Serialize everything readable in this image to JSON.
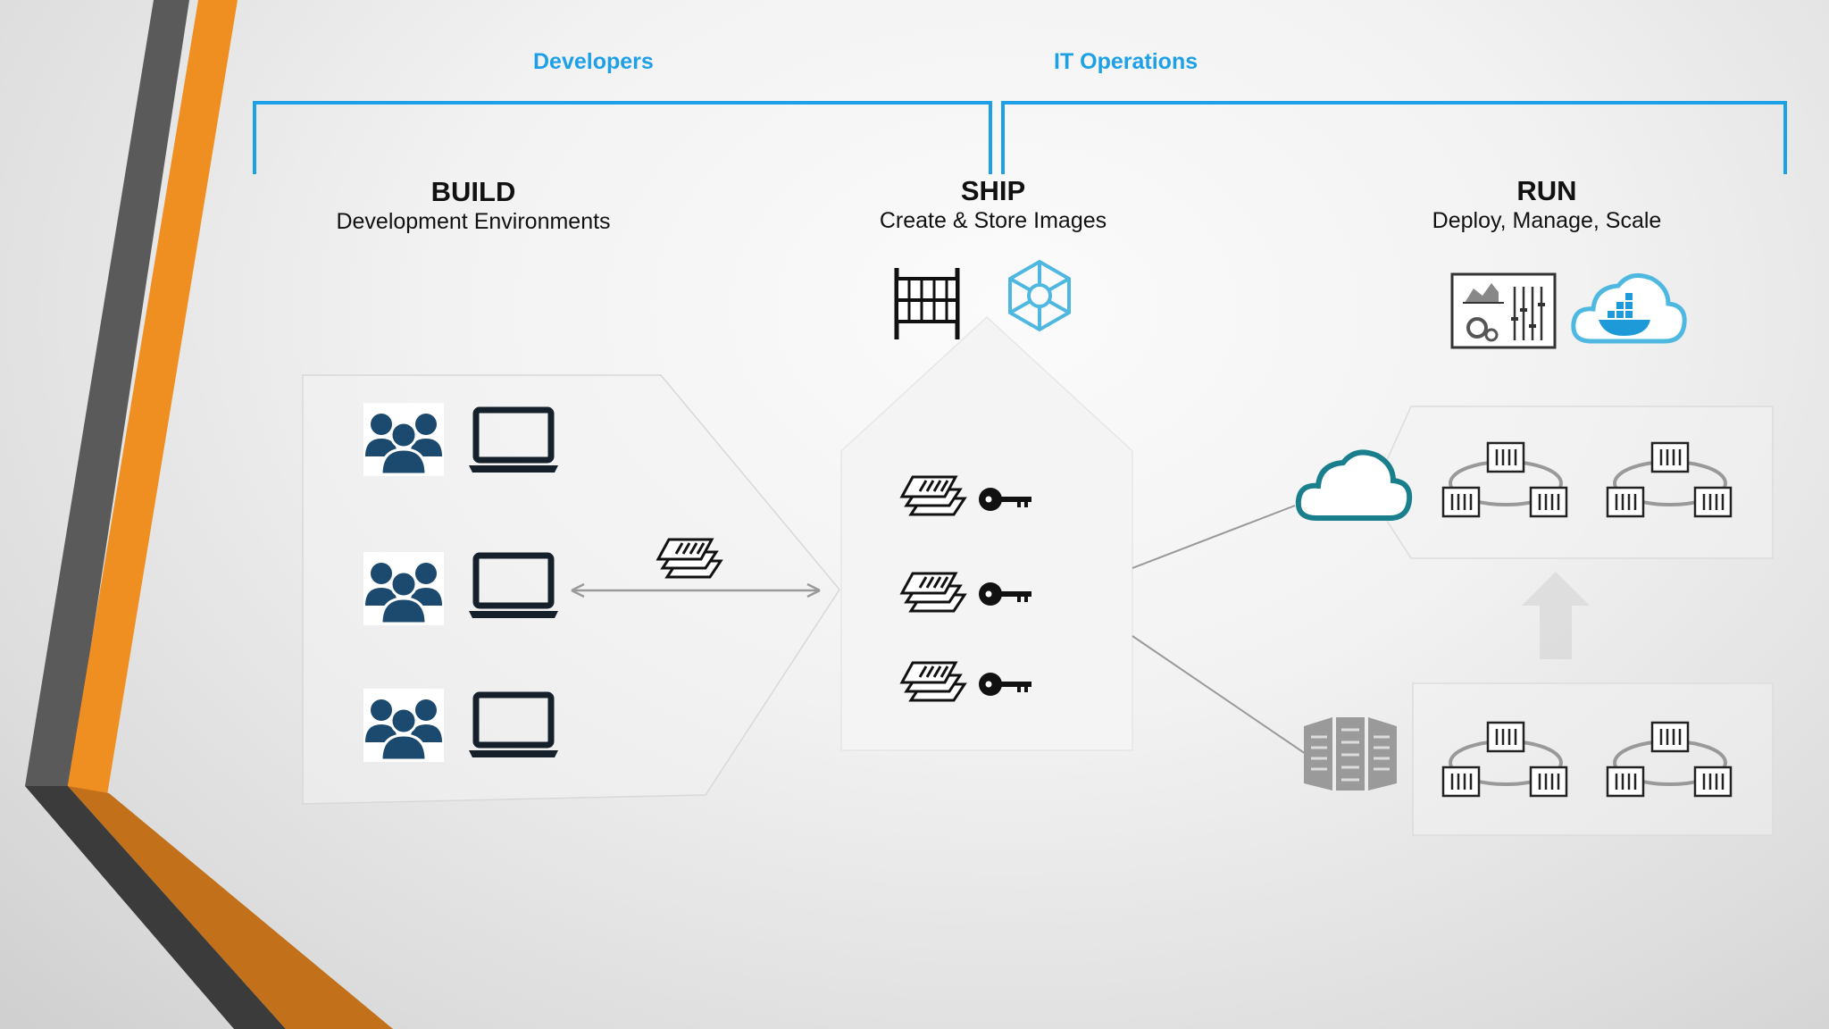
{
  "groups": {
    "developers": "Developers",
    "it_operations": "IT Operations"
  },
  "stages": {
    "build": {
      "title": "BUILD",
      "subtitle": "Development Environments"
    },
    "ship": {
      "title": "SHIP",
      "subtitle": "Create & Store Images"
    },
    "run": {
      "title": "RUN",
      "subtitle": "Deploy, Manage, Scale"
    }
  },
  "icons": {
    "build": [
      "team-icon",
      "laptop-icon",
      "image-stack-icon"
    ],
    "ship": [
      "registry-icon",
      "helm-wheel-icon",
      "image-stack-icon",
      "key-icon"
    ],
    "run": [
      "dashboard-icon",
      "docker-cloud-icon",
      "cloud-icon",
      "server-rack-icon",
      "container-cluster-icon",
      "up-arrow-icon"
    ]
  },
  "colors": {
    "accent_blue": "#1ea0e6",
    "stripe_orange": "#ef8f21",
    "stripe_gray": "#555555",
    "team_navy": "#1b4a6e",
    "cloud_teal": "#1a7f8c"
  }
}
